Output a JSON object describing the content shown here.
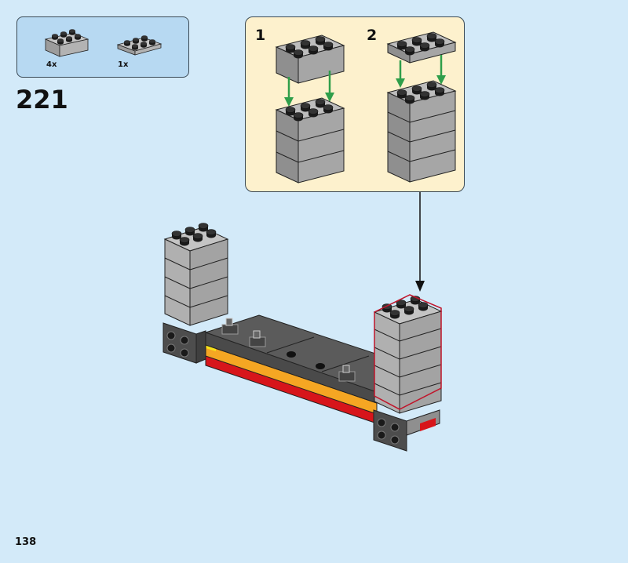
{
  "parts_list": {
    "items": [
      {
        "part": "brick-2x3-light-gray",
        "quantity": "4x"
      },
      {
        "part": "plate-2x3-light-gray",
        "quantity": "1x"
      }
    ]
  },
  "step": {
    "number": "221"
  },
  "sub_assembly": {
    "steps": [
      {
        "number": "1"
      },
      {
        "number": "2"
      }
    ]
  },
  "colors": {
    "background": "#d3eaf9",
    "parts_box": "#b7d9f2",
    "sub_box": "#fdf1cd",
    "brick_gray": "#a9a9a9",
    "dark_gray": "#5b5b5b",
    "arrow_green": "#2f9e4a",
    "highlight_red": "#c0142a",
    "red": "#d7151b",
    "orange": "#f5a623",
    "yellow": "#f6e11a"
  },
  "page": {
    "number": "138"
  }
}
